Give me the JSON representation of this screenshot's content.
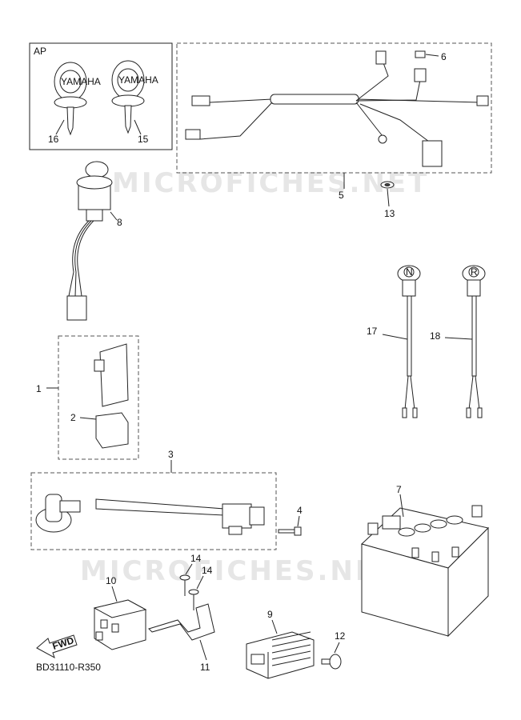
{
  "watermark": "MICROFICHES.NET",
  "ap_label": "AP",
  "diagram_code": "BD31110-R350",
  "fwd_label": "FWD",
  "key_brand": "YAMAHA",
  "switch_n": "N",
  "switch_r": "R",
  "callouts": {
    "c1": "1",
    "c2": "2",
    "c3": "3",
    "c4": "4",
    "c5": "5",
    "c6": "6",
    "c7": "7",
    "c8": "8",
    "c9": "9",
    "c10": "10",
    "c11": "11",
    "c12": "12",
    "c13": "13",
    "c14a": "14",
    "c14b": "14",
    "c15": "15",
    "c16": "16",
    "c17": "17",
    "c18": "18"
  }
}
